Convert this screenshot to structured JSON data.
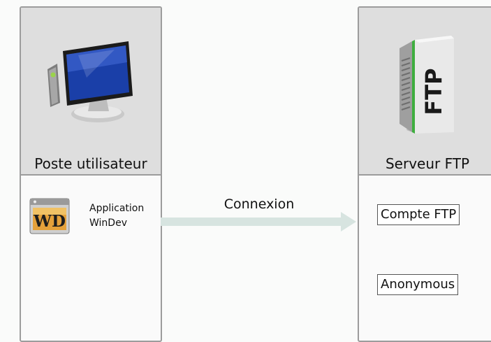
{
  "left_node": {
    "title": "Poste utilisateur",
    "icon": "computer-monitor-icon",
    "app_icon": "windev-logo-icon",
    "app_icon_text": "WD",
    "app_label_line1": "Application",
    "app_label_line2": "WinDev"
  },
  "right_node": {
    "title": "Serveur FTP",
    "icon": "ftp-server-icon",
    "icon_text": "FTP",
    "accounts": [
      "Compte FTP",
      "Anonymous"
    ]
  },
  "connection": {
    "label": "Connexion"
  },
  "colors": {
    "panel_header": "#dedede",
    "panel_border": "#9c9c9c",
    "arrow": "#d7e4e0",
    "background": "#fafbfa"
  }
}
